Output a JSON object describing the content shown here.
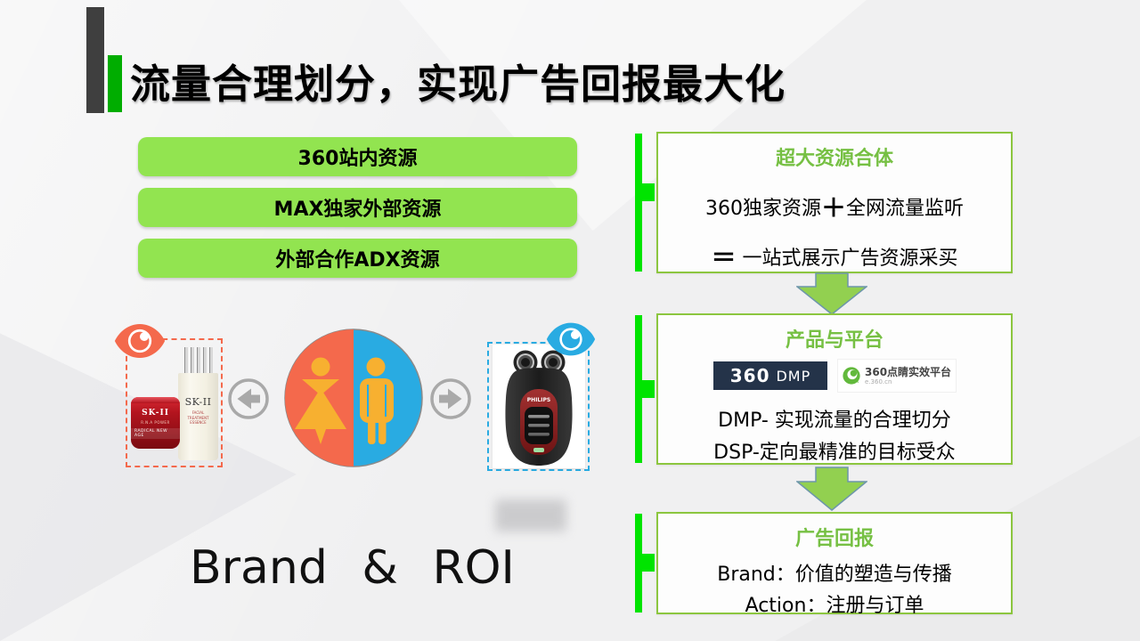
{
  "title": "流量合理划分，实现广告回报最大化",
  "left_buttons": [
    "360站内资源",
    "MAX独家外部资源",
    "外部合作ADX资源"
  ],
  "flow_boxes": [
    {
      "title": "超大资源合体",
      "line1_a": "360独家资源",
      "line1_op": "＋",
      "line1_b": "全网流量监听",
      "line2_op": "＝",
      "line2_b": " 一站式展示广告资源采买"
    },
    {
      "title": "产品与平台",
      "logo_dmp_360": "360",
      "logo_dmp_dmp": "DMP",
      "logo_dj_text": "360点睛实效平台",
      "logo_dj_sub": "e.360.cn",
      "line1": "DMP- 实现流量的合理切分",
      "line2": "DSP-定向最精准的目标受众"
    },
    {
      "title": "广告回报",
      "line1": "Brand：价值的塑造与传播",
      "line2": "Action：注册与订单"
    }
  ],
  "center": {
    "brand_roi": "Brand & ROI",
    "skii_bottle_brand": "SK-II",
    "skii_bottle_sub": "FACIAL TREATMENT ESSENCE",
    "skii_jar_brand": "SK-II",
    "skii_jar_line1": "R.N.A POWER",
    "skii_jar_line2": "RADICAL NEW AGE",
    "philips_brand": "PHILIPS"
  },
  "colors": {
    "accent_green": "#00ad00",
    "connector_green": "#00e400",
    "button_green": "#92e450",
    "box_border_green": "#8cc63f",
    "box_title_green": "#76c043",
    "arrow_fill_green": "#92d050",
    "female_red": "#f4694c",
    "male_blue": "#29abe2",
    "figure_yellow": "#f7b030",
    "gray_arrow": "#a9a9a9",
    "dmp_navy": "#243349",
    "dark_bar": "#3f3f3f"
  }
}
